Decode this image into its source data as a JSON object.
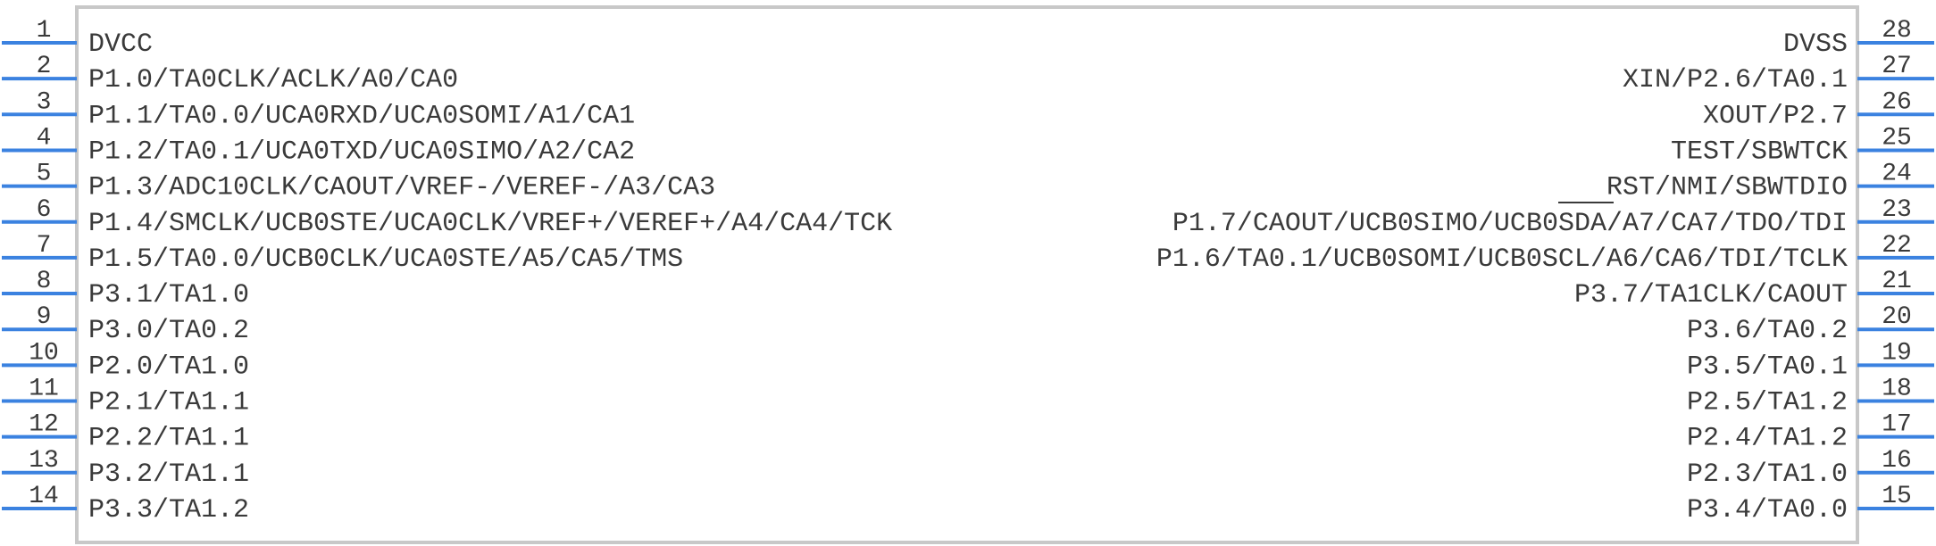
{
  "component": {
    "colors": {
      "body_stroke": "#c8c8c8",
      "pin_line": "#3b82e0",
      "text": "#3a3a3a"
    },
    "left_pins": [
      {
        "num": "1",
        "label": "DVCC"
      },
      {
        "num": "2",
        "label": "P1.0/TA0CLK/ACLK/A0/CA0"
      },
      {
        "num": "3",
        "label": "P1.1/TA0.0/UCA0RXD/UCA0SOMI/A1/CA1"
      },
      {
        "num": "4",
        "label": "P1.2/TA0.1/UCA0TXD/UCA0SIMO/A2/CA2"
      },
      {
        "num": "5",
        "label": "P1.3/ADC10CLK/CAOUT/VREF-/VEREF-/A3/CA3"
      },
      {
        "num": "6",
        "label": "P1.4/SMCLK/UCB0STE/UCA0CLK/VREF+/VEREF+/A4/CA4/TCK"
      },
      {
        "num": "7",
        "label": "P1.5/TA0.0/UCB0CLK/UCA0STE/A5/CA5/TMS"
      },
      {
        "num": "8",
        "label": "P3.1/TA1.0"
      },
      {
        "num": "9",
        "label": "P3.0/TA0.2"
      },
      {
        "num": "10",
        "label": "P2.0/TA1.0"
      },
      {
        "num": "11",
        "label": "P2.1/TA1.1"
      },
      {
        "num": "12",
        "label": "P2.2/TA1.1"
      },
      {
        "num": "13",
        "label": "P3.2/TA1.1"
      },
      {
        "num": "14",
        "label": "P3.3/TA1.2"
      }
    ],
    "right_pins": [
      {
        "num": "28",
        "label": "DVSS"
      },
      {
        "num": "27",
        "label": "XIN/P2.6/TA0.1"
      },
      {
        "num": "26",
        "label": "XOUT/P2.7"
      },
      {
        "num": "25",
        "label": "TEST/SBWTCK"
      },
      {
        "num": "24",
        "label": "RST/NMI/SBWTDIO"
      },
      {
        "num": "23",
        "label": "P1.7/CAOUT/UCB0SIMO/UCB0SDA/A7/CA7/TDO/TDI"
      },
      {
        "num": "22",
        "label": "P1.6/TA0.1/UCB0SOMI/UCB0SCL/A6/CA6/TDI/TCLK"
      },
      {
        "num": "21",
        "label": "P3.7/TA1CLK/CAOUT"
      },
      {
        "num": "20",
        "label": "P3.6/TA0.2"
      },
      {
        "num": "19",
        "label": "P3.5/TA0.1"
      },
      {
        "num": "18",
        "label": "P2.5/TA1.2"
      },
      {
        "num": "17",
        "label": "P2.4/TA1.2"
      },
      {
        "num": "16",
        "label": "P2.3/TA1.0"
      },
      {
        "num": "15",
        "label": "P3.4/TA0.0"
      }
    ]
  }
}
